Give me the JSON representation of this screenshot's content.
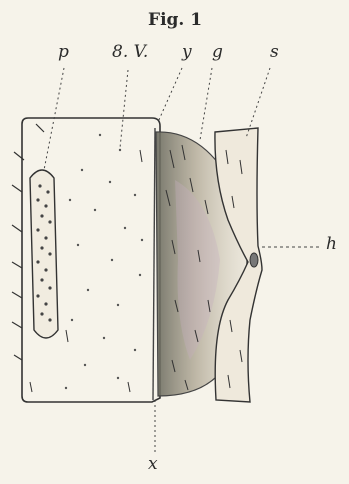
{
  "figure": {
    "title": "Fig. 1",
    "labels": {
      "p": "p",
      "vein": "8. V.",
      "y": "y",
      "g": "g",
      "s": "s",
      "h": "h",
      "x": "x"
    }
  }
}
